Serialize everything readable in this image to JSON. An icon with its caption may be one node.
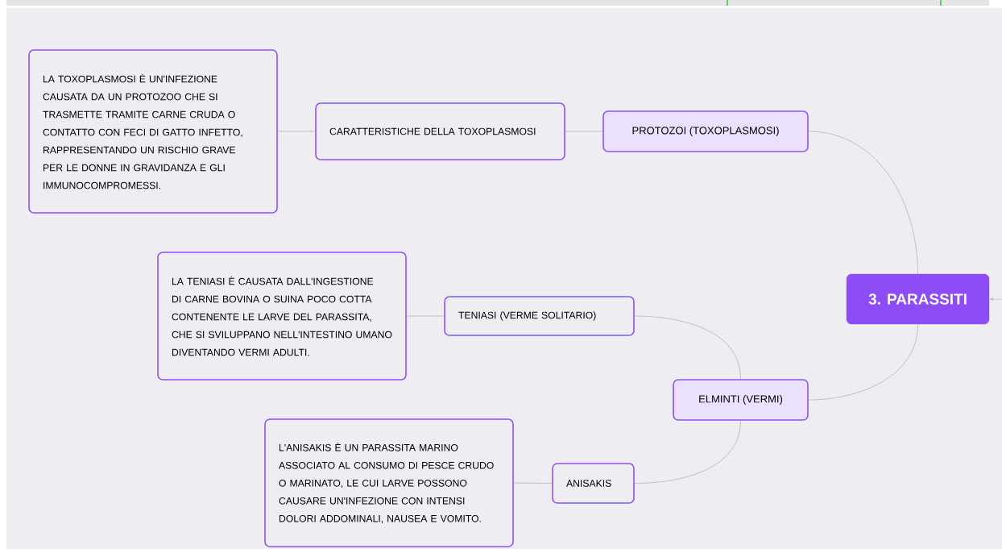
{
  "diagram": {
    "nodes": [
      {
        "text": [
          "3. PARASSITI"
        ]
      },
      {
        "text": [
          "PROTOZOI (TOXOPLASMOSI)"
        ]
      },
      {
        "text": [
          "CARATTERISTICHE DELLA TOXOPLASMOSI"
        ]
      },
      {
        "text": [
          "LA TOXOPLASMOSI È UN'INFEZIONE CAUSATA DA UN PROTOZOO CHE SI TRASMETTE TRAMITE CARNE CRUDA O CONTATTO CON FECI DI GATTO INFETTO, RAPPRESENTANDO UN RISCHIO GRAVE PER LE DONNE IN GRAVIDANZA E GLI IMMUNOCOMPROMESSI."
        ]
      },
      {
        "text": [
          "ELMINTI (VERMI)"
        ]
      },
      {
        "text": [
          "TENIASI (VERME SOLITARIO)"
        ]
      },
      {
        "text": [
          "LA TENIASI È CAUSATA DALL'INGESTIONE DI CARNE BOVINA O SUINA POCO COTTA CONTENENTE LE LARVE DEL PARASSITA, CHE SI SVILUPPANO NELL'INTESTINO UMANO DIVENTANDO VERMI ADULTI."
        ]
      },
      {
        "text": [
          "ANISAKIS"
        ]
      },
      {
        "text": [
          "L'ANISAKIS È UN PARASSITA MARINO ASSOCIATO AL CONSUMO DI PESCE CRUDO O MARINATO, LE CUI LARVE POSSONO CAUSARE UN'INFEZIONE CON INTENSI DOLORI ADDOMINALI, NAUSEA E VOMITO."
        ]
      }
    ],
    "edges": [
      {
        "from": 0,
        "to": 1,
        "arrow": "none"
      },
      {
        "from": 1,
        "to": 2,
        "arrow": "none"
      },
      {
        "from": 2,
        "to": 3,
        "arrow": "none"
      },
      {
        "from": 0,
        "to": 4,
        "arrow": "none"
      },
      {
        "from": 4,
        "to": 5,
        "arrow": "none"
      },
      {
        "from": 5,
        "to": 6,
        "arrow": "none"
      },
      {
        "from": 4,
        "to": 7,
        "arrow": "none"
      },
      {
        "from": 7,
        "to": 8,
        "arrow": "none"
      },
      {
        "from": null,
        "to": 0,
        "arrow": "to"
      }
    ]
  }
}
